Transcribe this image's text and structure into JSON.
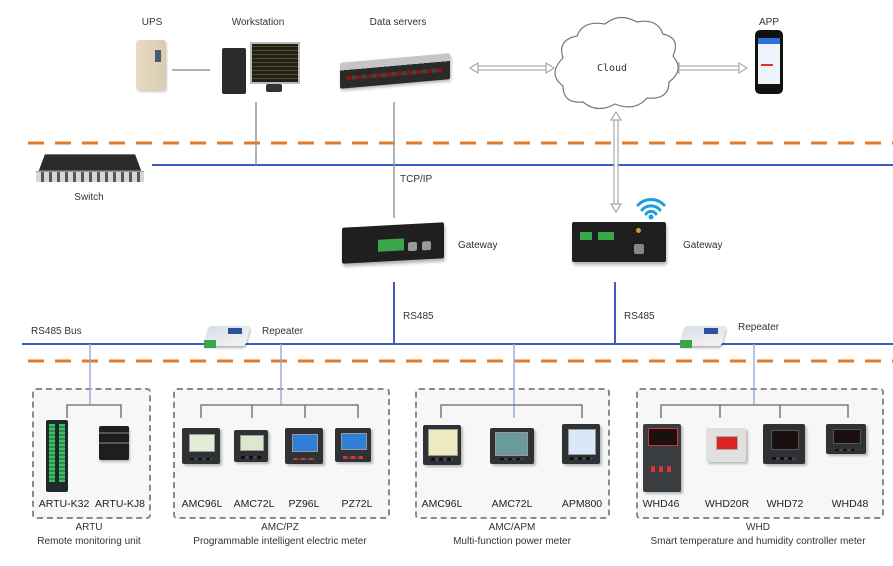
{
  "top_devices": {
    "ups": "UPS",
    "workstation": "Workstation",
    "data_servers": "Data servers",
    "cloud": "Cloud",
    "app": "APP"
  },
  "network": {
    "switch": "Switch",
    "tcpip": "TCP/IP",
    "gateway_wired": "Gateway",
    "gateway_wireless": "Gateway",
    "rs485_left": "RS485",
    "rs485_right": "RS485",
    "rs485_bus": "RS485 Bus",
    "repeater_left": "Repeater",
    "repeater_right": "Repeater"
  },
  "colors": {
    "orange_dash": "#e07b2a",
    "bus_blue": "#3a5bbf",
    "wifi_blue": "#1a9ee0",
    "box_border": "#8a8a8a"
  },
  "groups": [
    {
      "name": "ARTU",
      "description": "Remote monitoring unit",
      "devices": [
        "ARTU-K32",
        "ARTU-KJ8"
      ]
    },
    {
      "name": "AMC/PZ",
      "description": "Programmable intelligent electric meter",
      "devices": [
        "AMC96L",
        "AMC72L",
        "PZ96L",
        "PZ72L"
      ]
    },
    {
      "name": "AMC/APM",
      "description": "Multi-function power meter",
      "devices": [
        "AMC96L",
        "AMC72L",
        "APM800"
      ]
    },
    {
      "name": "WHD",
      "description": "Smart temperature and humidity controller meter",
      "devices": [
        "WHD46",
        "WHD20R",
        "WHD72",
        "WHD48"
      ]
    }
  ]
}
